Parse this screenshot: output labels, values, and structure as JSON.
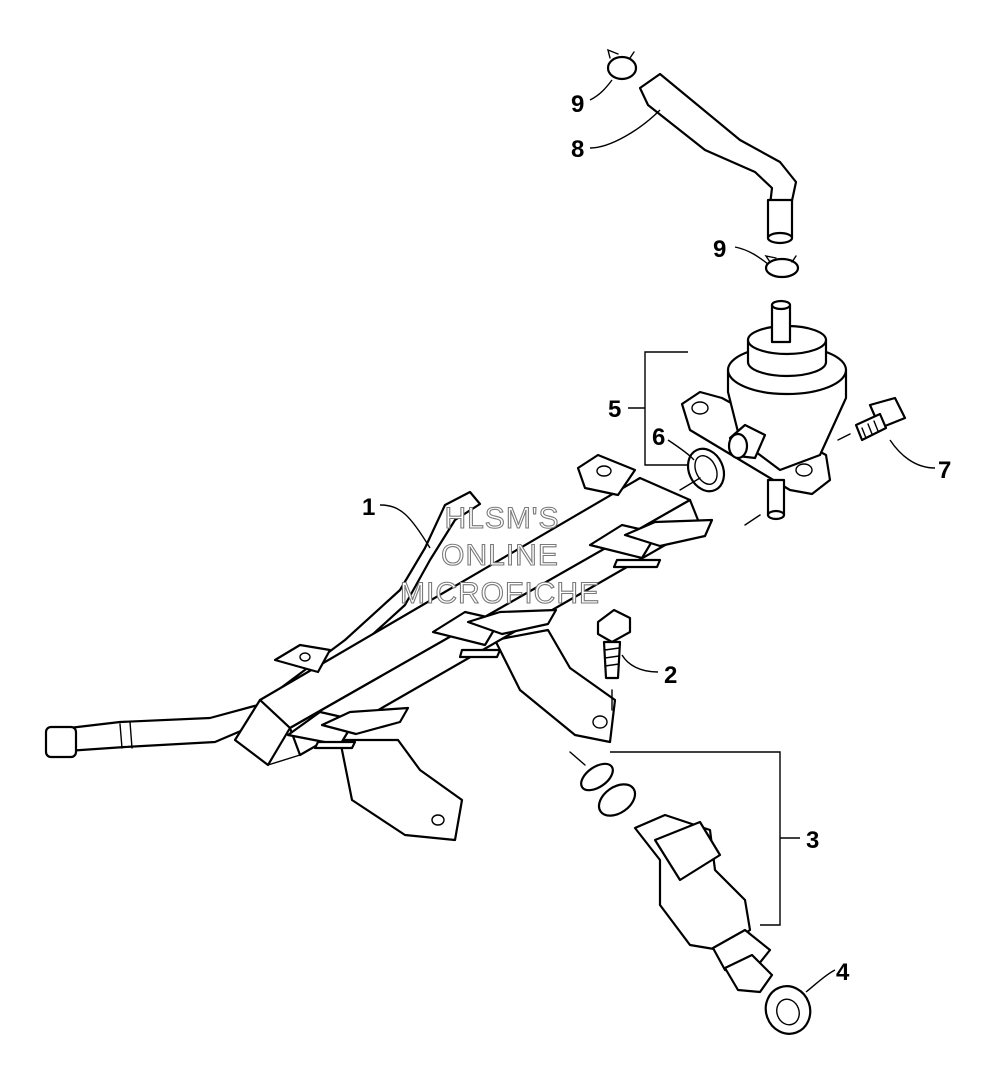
{
  "callouts": {
    "c1": "1",
    "c2": "2",
    "c3": "3",
    "c4": "4",
    "c5": "5",
    "c6": "6",
    "c7": "7",
    "c8": "8",
    "c9_top": "9",
    "c9_mid": "9"
  },
  "watermark": {
    "line1": "HLSM'S",
    "line2": "ONLINE",
    "line3": "MICROFICHE"
  },
  "parts": [
    {
      "id": "1",
      "name": "fuel-rail"
    },
    {
      "id": "2",
      "name": "bolt"
    },
    {
      "id": "3",
      "name": "fuel-injector-assembly"
    },
    {
      "id": "4",
      "name": "seal"
    },
    {
      "id": "5",
      "name": "pressure-regulator-assembly"
    },
    {
      "id": "6",
      "name": "o-ring"
    },
    {
      "id": "7",
      "name": "bolt"
    },
    {
      "id": "8",
      "name": "hose"
    },
    {
      "id": "9",
      "name": "clamp"
    }
  ]
}
